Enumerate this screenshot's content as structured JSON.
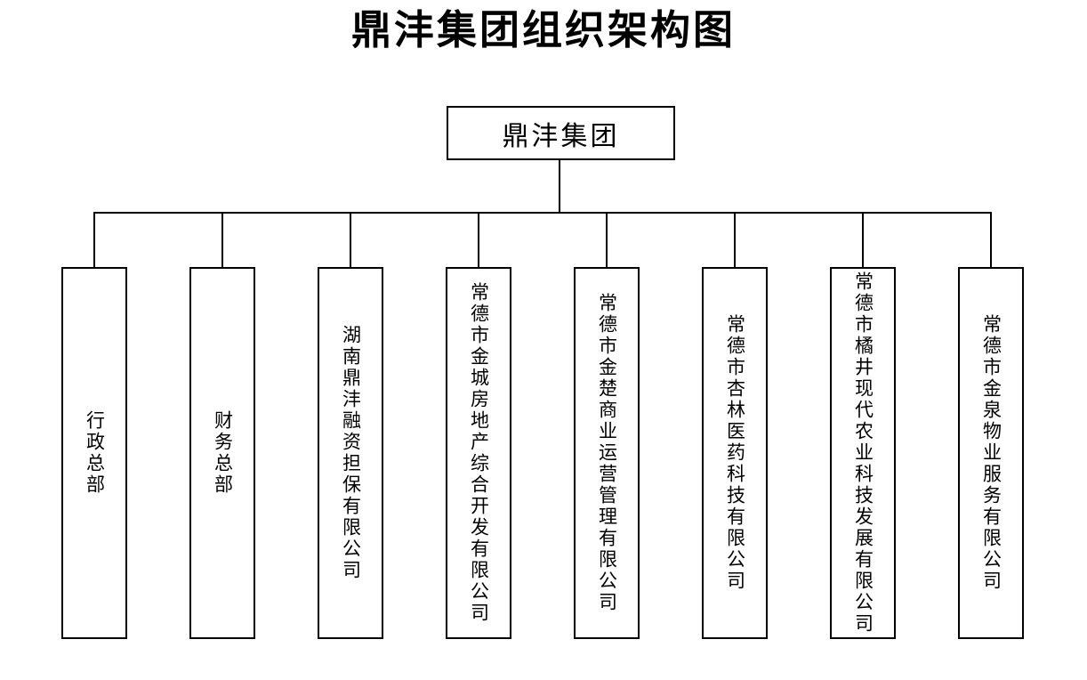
{
  "title": "鼎沣集团组织架构图",
  "root": {
    "label": "鼎沣集团"
  },
  "children": [
    {
      "label": "行政总部"
    },
    {
      "label": "财务总部"
    },
    {
      "label": "湖南鼎沣融资担保有限公司"
    },
    {
      "label": "常德市金城房地产综合开发有限公司"
    },
    {
      "label": "常德市金楚商业运营管理有限公司"
    },
    {
      "label": "常德市杏林医药科技有限公司"
    },
    {
      "label": "常德市橘井现代农业科技发展有限公司"
    },
    {
      "label": "常德市金泉物业服务有限公司"
    }
  ],
  "colors": {
    "background": "#ffffff",
    "text": "#000000",
    "line": "#000000"
  }
}
